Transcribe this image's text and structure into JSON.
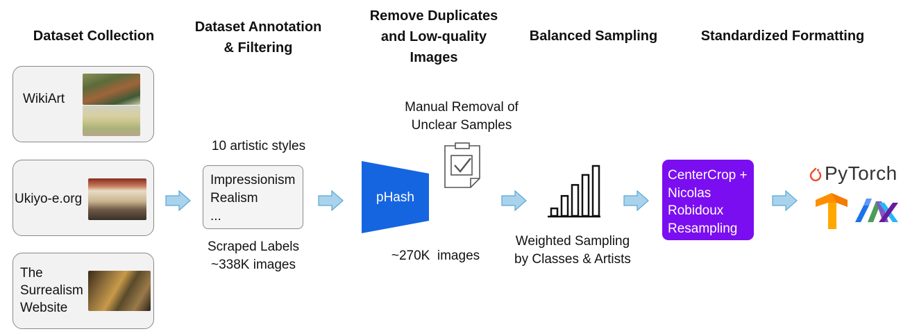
{
  "stages": [
    {
      "title": "Dataset Collection"
    },
    {
      "title": "Dataset Annotation\n& Filtering"
    },
    {
      "title": "Remove Duplicates\nand Low-quality\nImages"
    },
    {
      "title": "Balanced Sampling"
    },
    {
      "title": "Standardized Formatting"
    }
  ],
  "sources": [
    {
      "label": "WikiArt"
    },
    {
      "label": "Ukiyo-e.org"
    },
    {
      "label": "The\nSurrealism\nWebsite"
    }
  ],
  "annotation": {
    "styles_caption": "10 artistic styles",
    "styles": [
      "Impressionism",
      "Realism",
      "..."
    ],
    "footer": "Scraped Labels\n~338K images"
  },
  "dedup": {
    "manual_caption": "Manual Removal of\nUnclear Samples",
    "phash_label": "pHash",
    "count": "~270K  images"
  },
  "sampling": {
    "caption": "Weighted Sampling\nby Classes & Artists",
    "bar_levels": [
      0.15,
      0.4,
      0.62,
      0.82,
      1.0
    ]
  },
  "formatting": {
    "box_text": "CenterCrop +\nNicolas\nRobidoux\nResampling",
    "pytorch_label": "PyTorch",
    "box_color": "#7b0ef0",
    "phash_color": "#1565e0",
    "arrow_color": "#a9d3ec"
  }
}
